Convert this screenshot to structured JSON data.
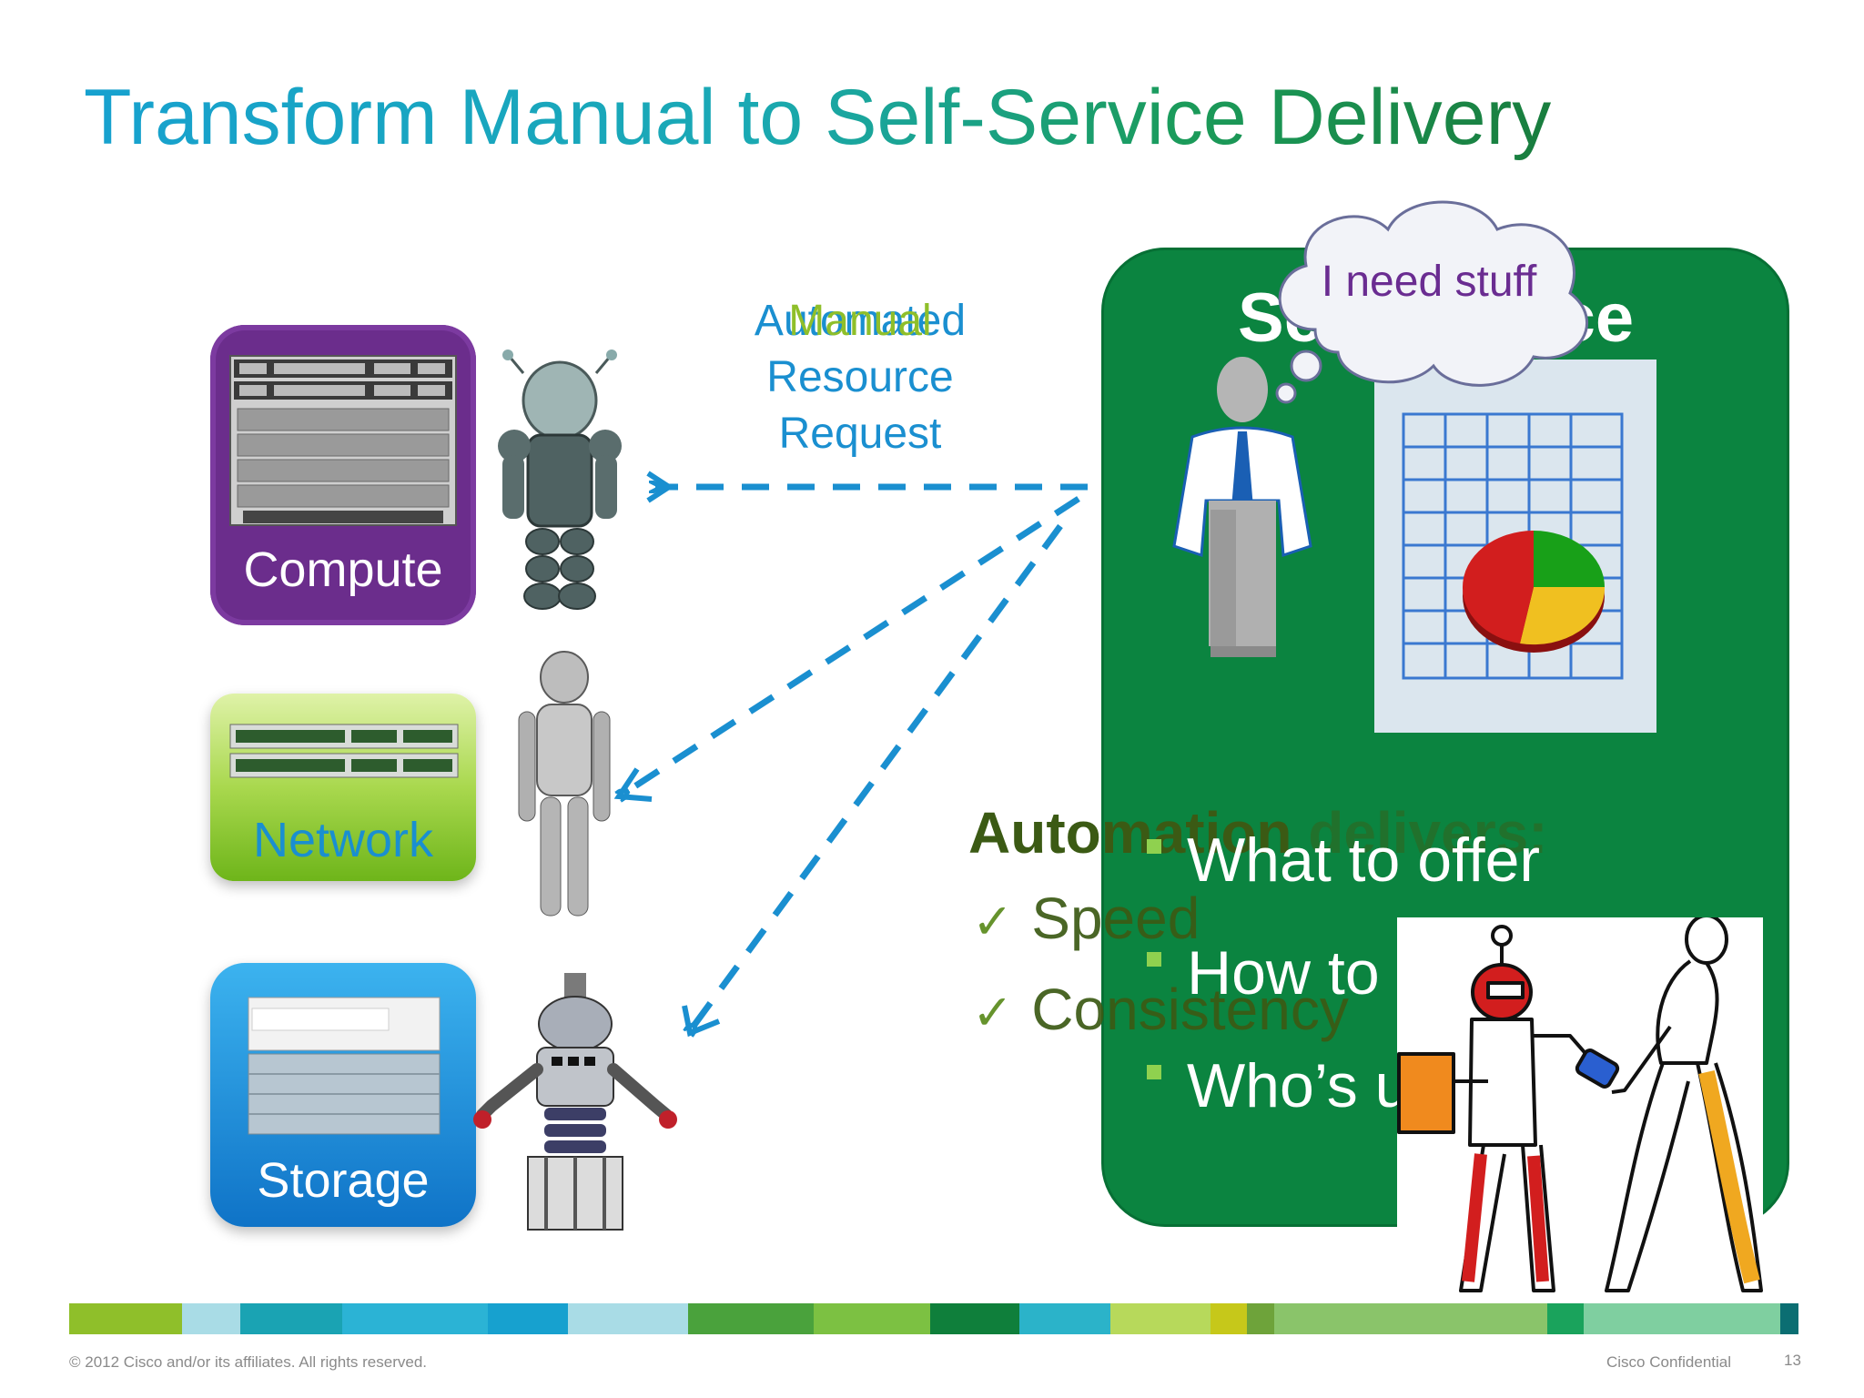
{
  "slide": {
    "title": "Transform Manual to Self-Service Delivery",
    "tiles": {
      "compute": "Compute",
      "network": "Network",
      "storage": "Storage"
    },
    "request": {
      "line1_automated": "Automated",
      "line1_manual": "Manual",
      "line2": "Resource",
      "line3": "Request"
    },
    "self_service": {
      "title": "Self-Service",
      "thought": "I need stuff",
      "bullets": [
        "What to offer",
        "How to",
        "Who’s u"
      ]
    },
    "automation": {
      "heading_bold": "Automation",
      "heading_rest": " delivers:",
      "checks": [
        "Speed",
        "Consistency"
      ],
      "check_glyph": "✓"
    },
    "footer": {
      "copyright": "© 2012 Cisco and/or its affiliates. All rights reserved.",
      "confidential": "Cisco Confidential",
      "page_number": "13",
      "stripe_colors": [
        "#8fbf2a",
        "#a9dce6",
        "#1aa3b3",
        "#2bb3d5",
        "#17a1cf",
        "#a9dce6",
        "#4aa23c",
        "#7cc142",
        "#0f7f3b",
        "#2bb3c9",
        "#b7d95b",
        "#c6c81a",
        "#6ea33a",
        "#8ac46a",
        "#1aa35c",
        "#7fcfa0",
        "#0b6e72"
      ]
    },
    "colors": {
      "purple": "#6b2d8c",
      "green": "#0b8440",
      "blue": "#1a8fd0",
      "dark_olive": "#3b5a14"
    }
  }
}
